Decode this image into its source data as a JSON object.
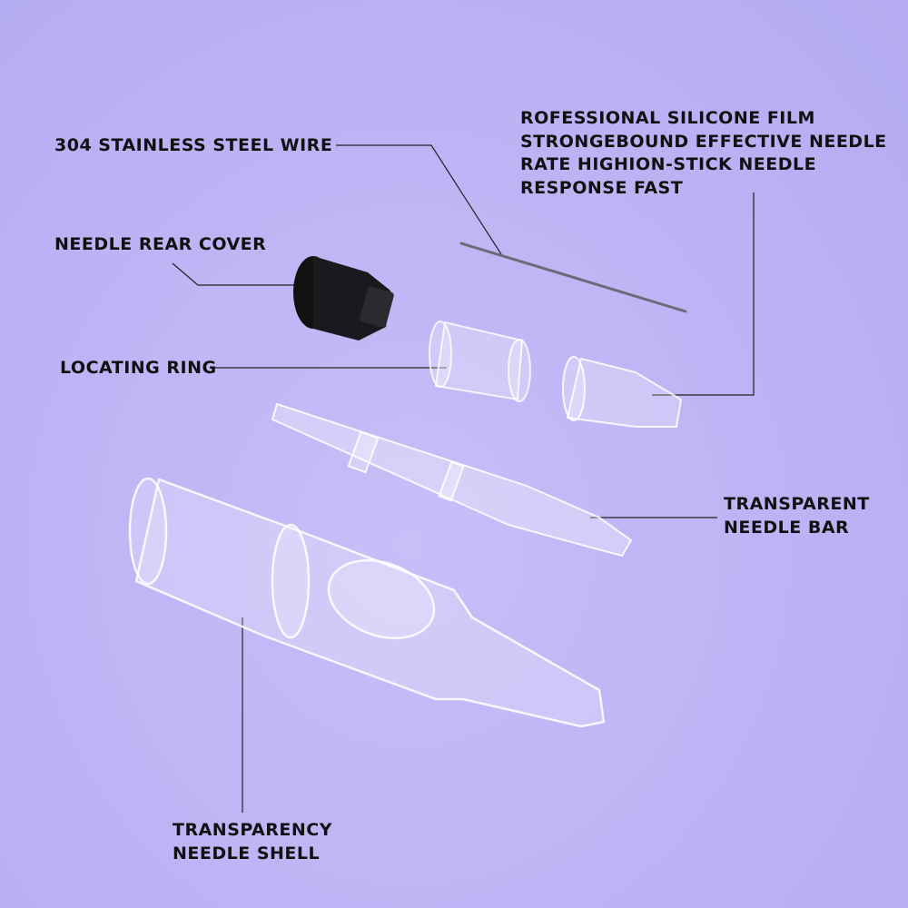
{
  "labels": {
    "wire": "304 STAINLESS STEEL WIRE",
    "film": [
      "ROFESSIONAL SILICONE FILM",
      "STRONGEBOUND EFFECTIVE NEEDLE",
      "RATE HIGHION-STICK NEEDLE",
      "RESPONSE FAST"
    ],
    "rear_cover": "NEEDLE REAR COVER",
    "locating_ring": "LOCATING RING",
    "needle_bar": [
      "TRANSPARENT",
      "NEEDLE BAR"
    ],
    "needle_shell": [
      "TRANSPARENCY",
      "NEEDLE SHELL"
    ]
  },
  "colors": {
    "background": "#bcb3f5",
    "text": "#111111",
    "leader": "#222222"
  }
}
